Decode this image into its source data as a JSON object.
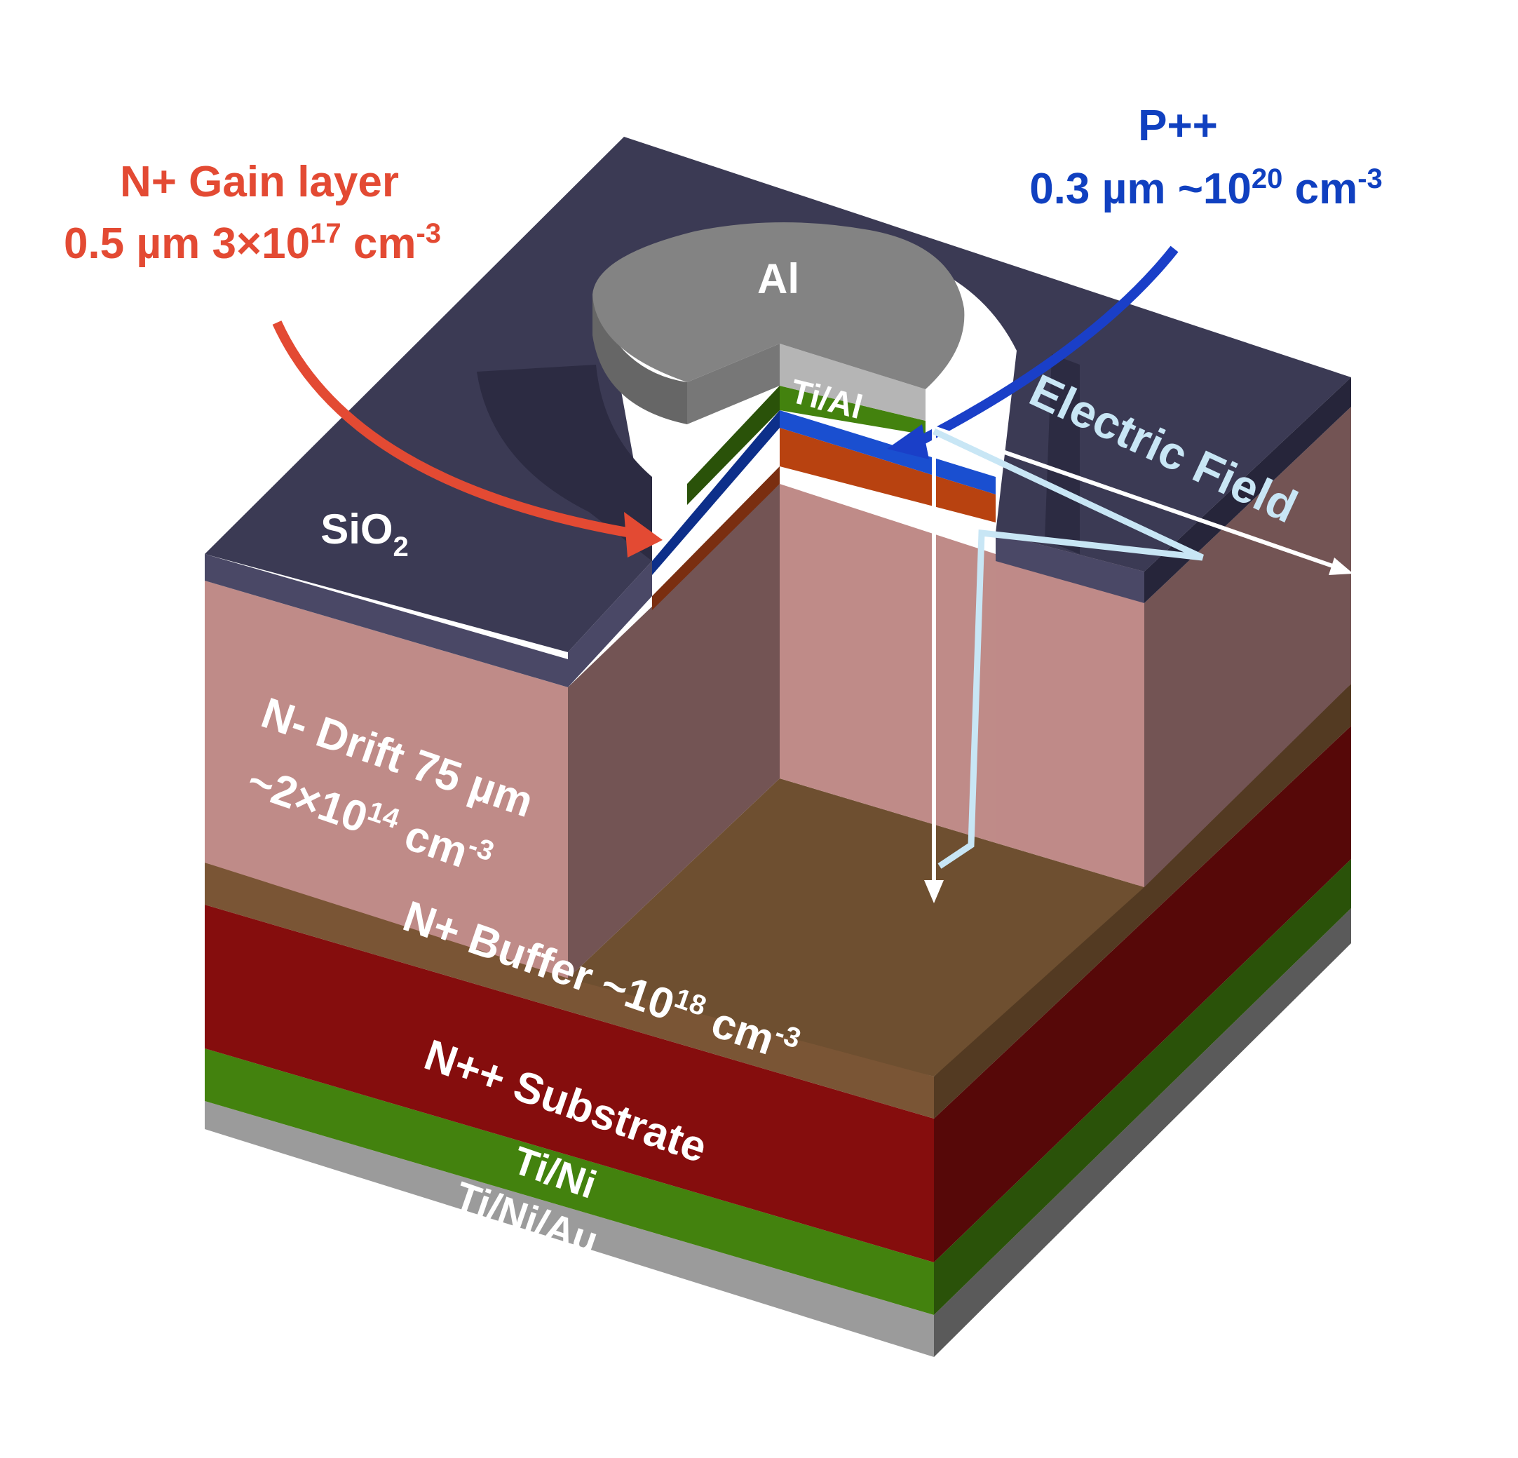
{
  "gain_layer": {
    "title": "N+ Gain layer",
    "spec": "0.5 µm  3×10",
    "exp": "17",
    "unit": " cm",
    "unit_exp": "-3",
    "color": "#e34a33"
  },
  "p_layer": {
    "title": "P++",
    "spec": "0.3 µm  ~10",
    "exp": "20",
    "unit": " cm",
    "unit_exp": "-3",
    "color": "#1040c0"
  },
  "labels": {
    "al": "Al",
    "ti_al": "Ti/Al",
    "sio2": "SiO",
    "sio2_sub": "2",
    "electric_field": "Electric Field",
    "drift_line1": "N- Drift 75 µm",
    "drift_line2_pre": "~2×10",
    "drift_line2_exp": "14",
    "drift_line2_unit": " cm",
    "drift_line2_unit_exp": "-3",
    "buffer_pre": "N+ Buffer  ~10",
    "buffer_exp": "18",
    "buffer_unit": " cm",
    "buffer_unit_exp": "-3",
    "substrate": "N++ Substrate",
    "ti_ni": "Ti/Ni",
    "ti_ni_au": "Ti/Ni/Au"
  },
  "colors": {
    "sio2": "#3b3a54",
    "drift": "#bf8b88",
    "buffer": "#7a5535",
    "substrate": "#850d0d",
    "ti_ni": "#43820e",
    "ti_ni_au": "#9b9b9b",
    "gain": "#b84210",
    "p_plus": "#1a4fd0",
    "al": "#838383",
    "field": "#c8e6f5"
  }
}
